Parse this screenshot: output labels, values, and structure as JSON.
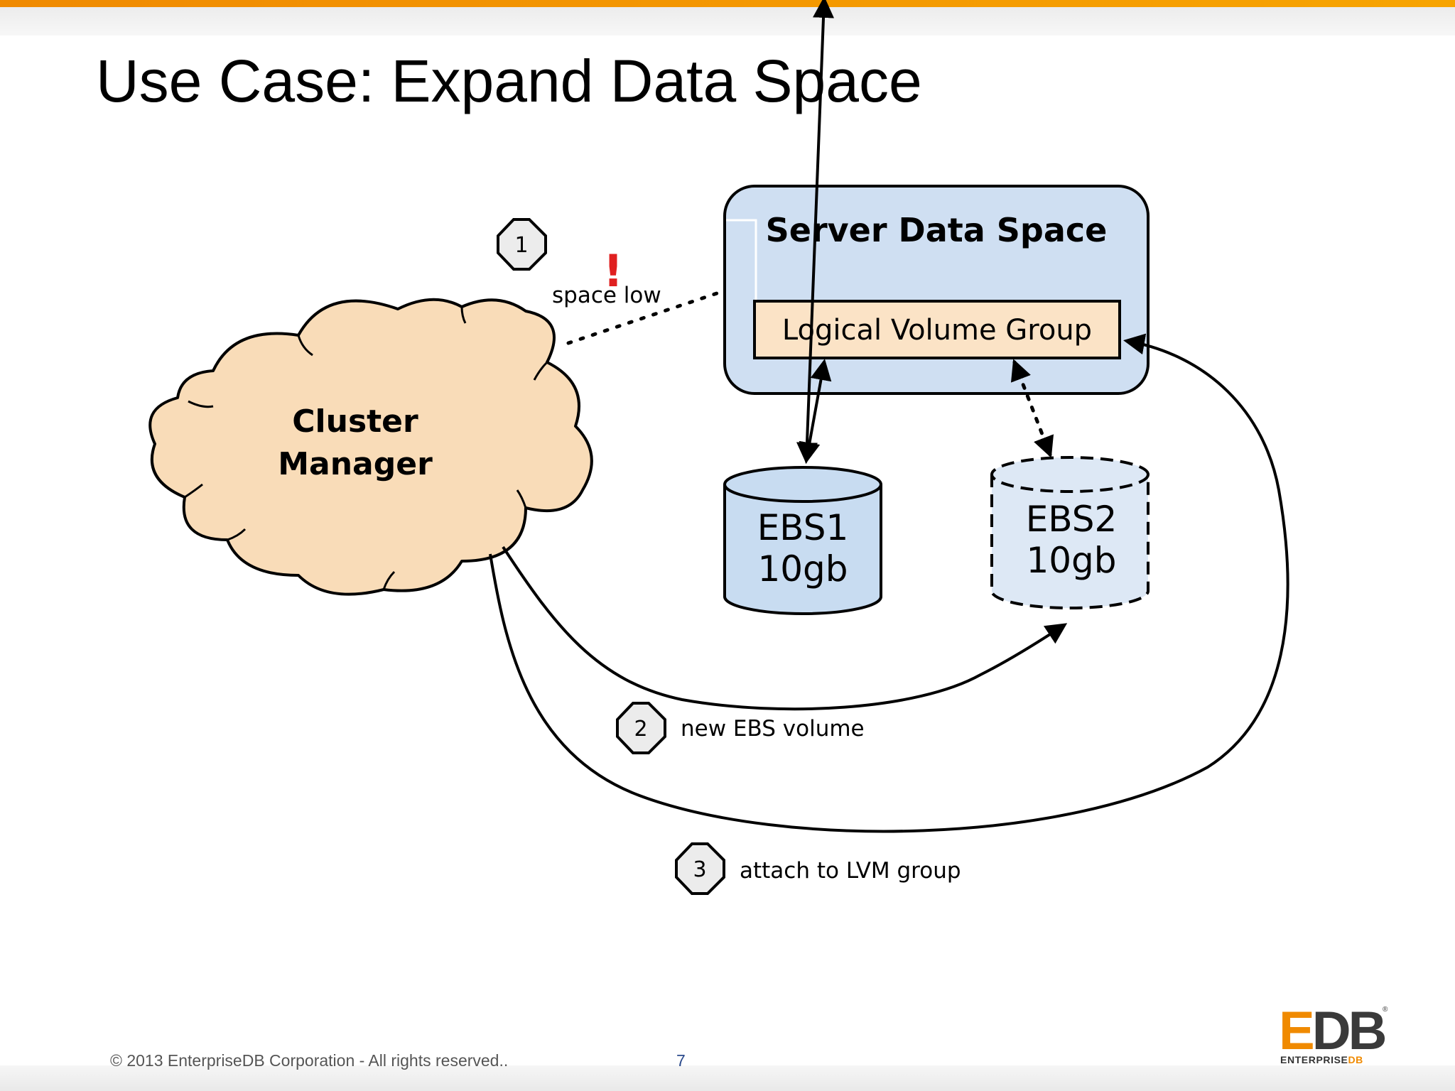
{
  "slide": {
    "title": "Use Case: Expand Data Space",
    "footer": "© 2013 EnterpriseDB Corporation - All rights reserved..",
    "page_number": "7"
  },
  "logo": {
    "letters_e": "E",
    "letters_db": "DB",
    "registered": "®",
    "word_main": "ENTERPRISE",
    "word_accent": "DB"
  },
  "diagram": {
    "cluster_manager": {
      "line1": "Cluster",
      "line2": "Manager"
    },
    "server_box": {
      "title": "Server Data Space",
      "volume_group": "Logical Volume Group"
    },
    "disks": [
      {
        "line1": "EBS1",
        "line2": "10gb"
      },
      {
        "line1": "EBS2",
        "line2": "10gb"
      }
    ],
    "steps": [
      {
        "number": "1",
        "label": "space low",
        "alert": "!"
      },
      {
        "number": "2",
        "label": "new EBS volume"
      },
      {
        "number": "3",
        "label": "attach to LVM group"
      }
    ]
  },
  "colors": {
    "accent_orange": "#f08a00",
    "cloud_fill": "#f9dcb8",
    "server_fill": "#cfdff2",
    "volume_fill": "#fbe3c6",
    "disk_fill": "#c8dcf1",
    "disk_dashed_fill": "#dde8f5",
    "alert_red": "#e02020"
  }
}
